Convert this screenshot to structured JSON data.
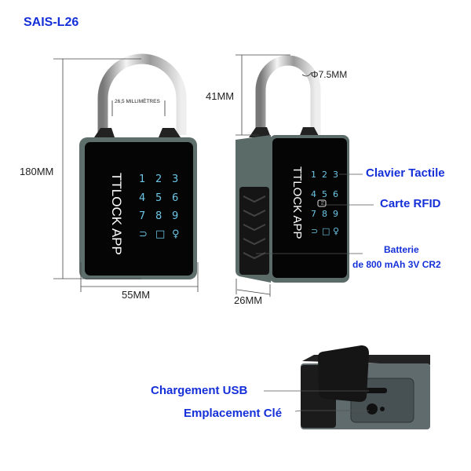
{
  "title": "SAIS-L26",
  "dimensions": {
    "height": "180MM",
    "width": "55MM",
    "shackle_gap": "26,5 MILLIMÈTRES",
    "shackle_height": "41MM",
    "shackle_diameter": "Φ7.5MM",
    "depth": "26MM"
  },
  "brand_text": "TTLOCK APP",
  "keypad": [
    "1",
    "2",
    "3",
    "4",
    "5",
    "6",
    "7",
    "8",
    "9",
    "⊃",
    "□",
    "♀"
  ],
  "callouts": {
    "keypad": "Clavier Tactile",
    "rfid": "Carte RFID",
    "battery_line1": "Batterie",
    "battery_line2": "de 800 mAh 3V CR2",
    "usb": "Chargement USB",
    "key_slot": "Emplacement Clé"
  },
  "colors": {
    "label": "#1530d8",
    "body": "#5e6e6b",
    "face": "#050505",
    "keys": "#6cc6e6"
  }
}
